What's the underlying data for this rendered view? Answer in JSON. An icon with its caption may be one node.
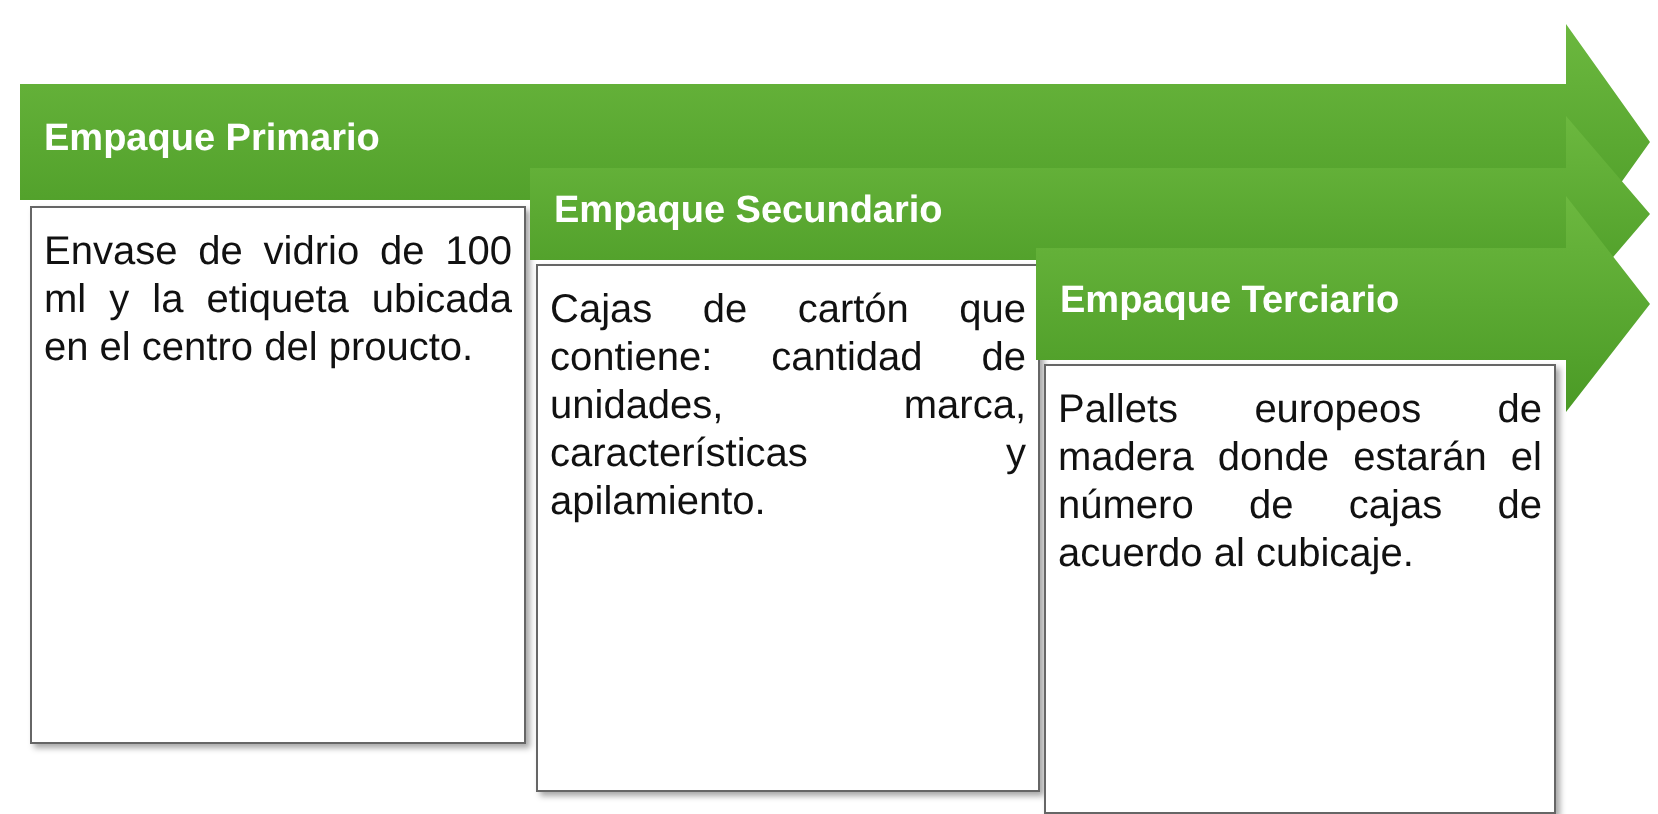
{
  "diagram": {
    "nodes": [
      {
        "text": [
          "Empaque Primario"
        ]
      },
      {
        "text": [
          "Envase de vidrio de 100 ml y la etiqueta ubicada en el centro del proucto."
        ]
      },
      {
        "text": [
          "Empaque Secundario"
        ]
      },
      {
        "text": [
          "Cajas de cartón que contiene: cantidad de unidades, marca, características y apilamiento."
        ]
      },
      {
        "text": [
          "Empaque Terciario"
        ]
      },
      {
        "text": [
          "Pallets europeos de madera donde estarán el número de cajas de acuerdo al cubicaje."
        ]
      }
    ]
  }
}
